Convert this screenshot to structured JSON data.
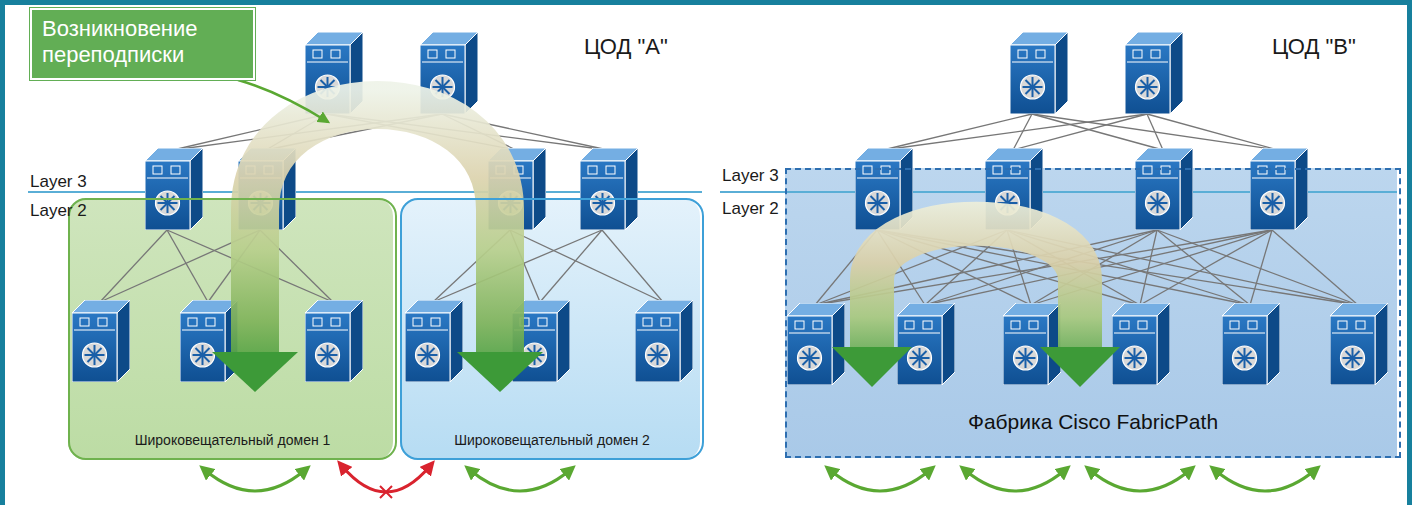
{
  "diagram": {
    "nodes": [
      {
        "text": [
          "Возникновение переподписки"
        ]
      },
      {
        "text": [
          "Широковещательный домен 1"
        ]
      },
      {
        "text": [
          "Широковещательный домен 2"
        ]
      },
      {
        "text": [
          "Фабрика Cisco FabricPath"
        ]
      }
    ],
    "edges": [
      {
        "from": 1,
        "to": 2,
        "arrow": "both"
      }
    ],
    "labels": [
      "ЦОД \"A\"",
      "Layer 3",
      "Layer 2",
      "ЦОД \"B\"",
      "Layer 3",
      "Layer 2"
    ]
  }
}
